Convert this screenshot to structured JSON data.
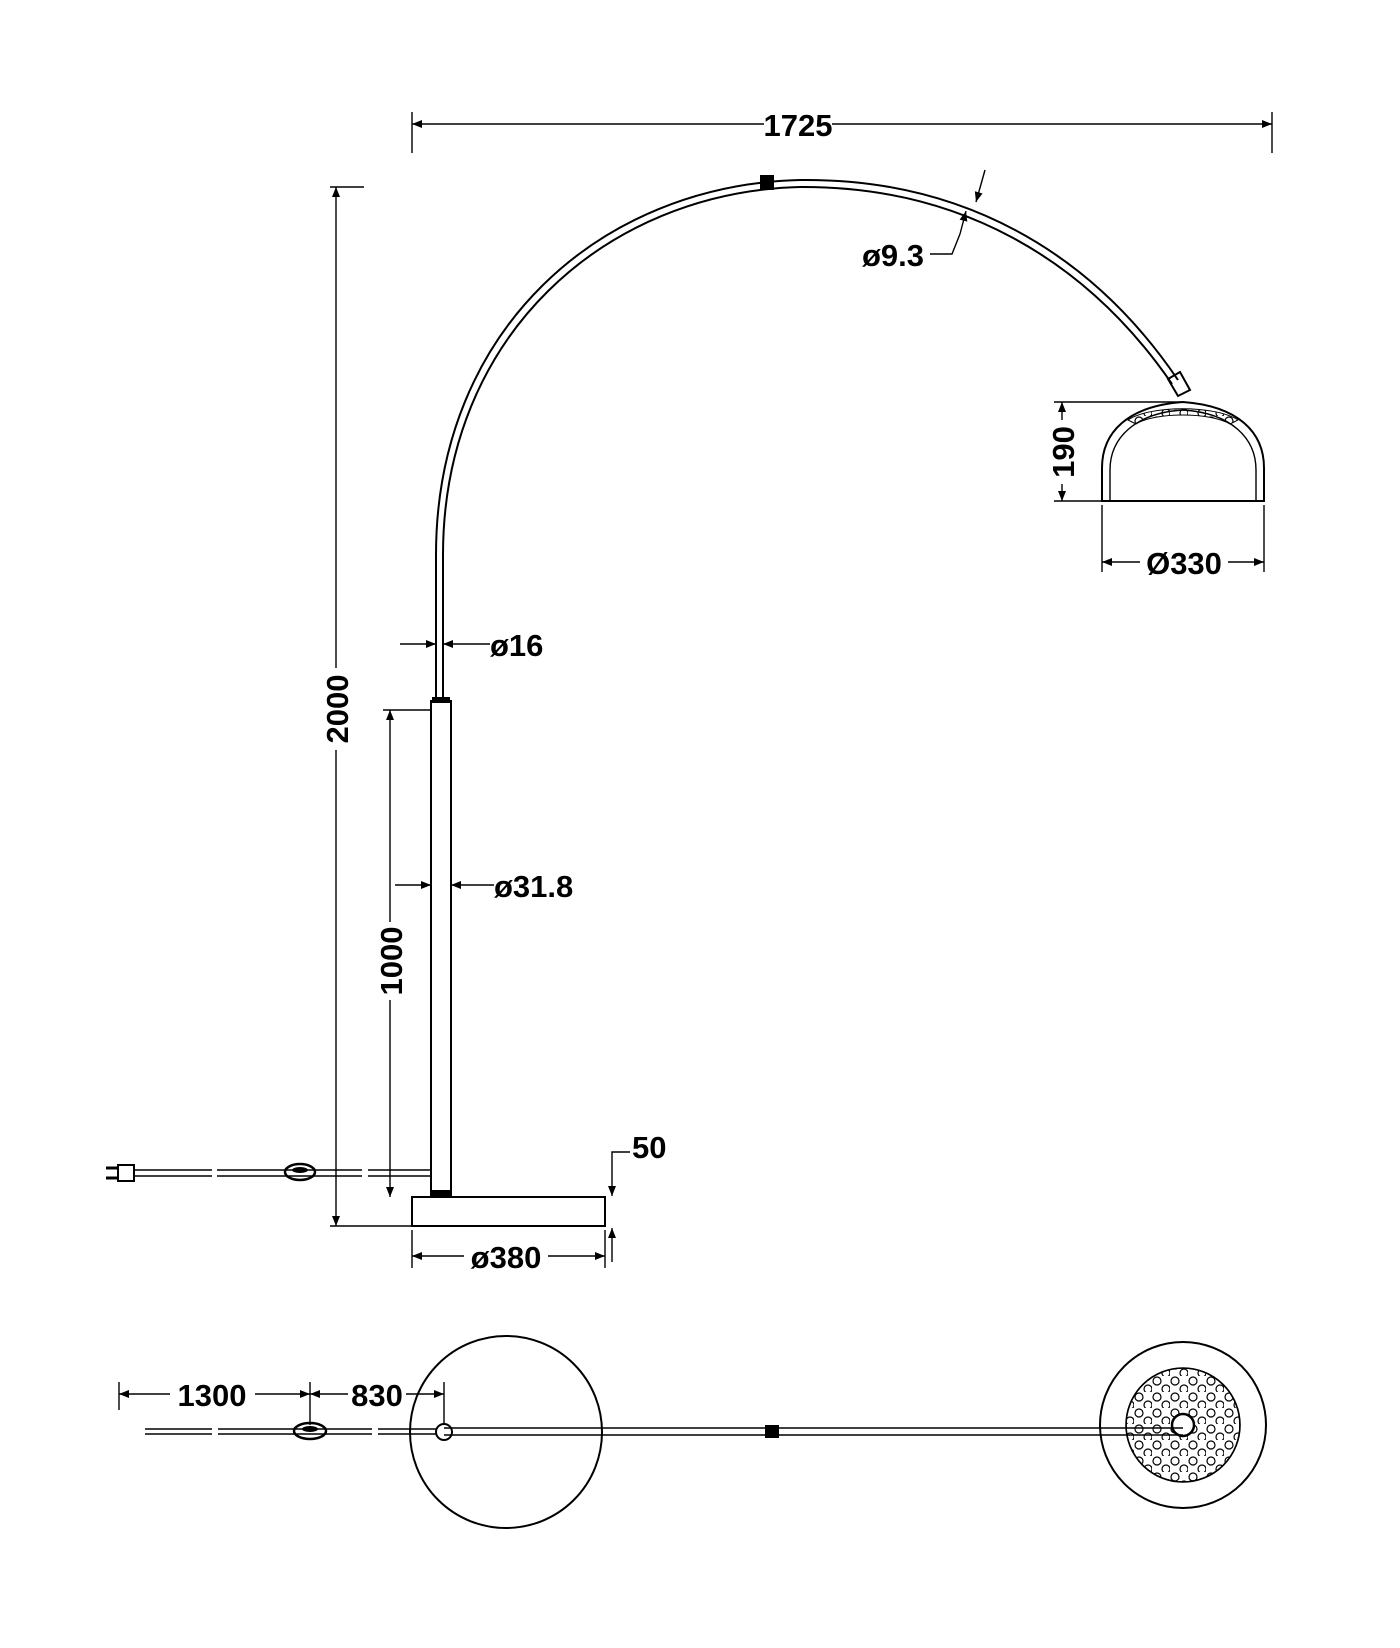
{
  "dimensions": {
    "width_total": "1725",
    "height_total": "2000",
    "arc_tube_diameter": "ø9.3",
    "upper_tube_diameter": "ø16",
    "lower_tube_diameter": "ø31.8",
    "lower_tube_height": "1000",
    "shade_height": "190",
    "shade_diameter": "Ø330",
    "base_thickness": "50",
    "base_diameter": "ø380",
    "cable_length": "1300",
    "switch_distance": "830"
  },
  "colors": {
    "ink": "#000000",
    "paper": "#ffffff"
  }
}
